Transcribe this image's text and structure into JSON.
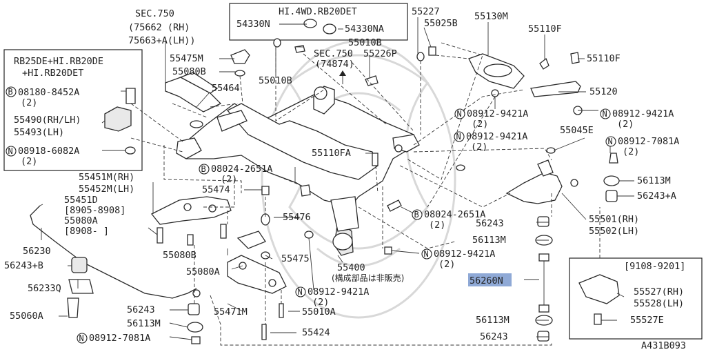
{
  "diagram_id": "A431B093",
  "highlight_color": "#8fa9d6",
  "labels": {
    "sec750_title": "SEC.750",
    "sec750_rh": "(75662  (RH)",
    "sec750_lh": "75663+A(LH))",
    "box_engine_1": "RB25DE+HI.RB20DE",
    "box_engine_2": "+HI.RB20DET",
    "box_4wd": "HI.4WD.RB20DET",
    "p54330N": "54330N",
    "p54330NA": "54330NA",
    "p55227": "55227",
    "p55025B": "55025B",
    "p55130M": "55130M",
    "p55110F_a": "55110F",
    "p55110F_b": "55110F",
    "p55010B_top": "55010B",
    "sec750b_title": "SEC.750",
    "sec750b_num": "(74874)",
    "p55226P": "55226P",
    "p55475M": "55475M",
    "p55080B_top": "55080B",
    "p55010B_mid": "55010B",
    "p55464": "55464",
    "p55120": "55120",
    "b08180_num": "08180-8452A",
    "b08180_qty": "(2)",
    "p55490": "55490(RH/LH)",
    "p55493": "55493(LH)",
    "n08918_num": "08918-6082A",
    "n08918_qty": "(2)",
    "n08912_a_num": "08912-9421A",
    "n08912_a_qty": "(2)",
    "n08912_b_num": "08912-9421A",
    "n08912_b_qty": "(2)",
    "n08912_c_num": "08912-9421A",
    "n08912_c_qty": "(2)",
    "p55045E": "55045E",
    "n08912_7081_a_num": "08912-7081A",
    "n08912_7081_a_qty": "(2)",
    "p55110FA": "55110FA",
    "b08024_a_num": "08024-2651A",
    "b08024_a_qty": "(2)",
    "p56113M_a": "56113M",
    "p55451M": "55451M(RH)",
    "p55452M": "55452M(LH)",
    "p55474": "55474",
    "p56243A": "56243+A",
    "p55451D": "55451D",
    "p55451D_range": "[8905-8908]",
    "p55080A_top": "55080A",
    "p55080A_range": "[8908-   ]",
    "b08024_b_num": "08024-2651A",
    "b08024_b_qty": "(2)",
    "p55501": "55501(RH)",
    "p55502": "55502(LH)",
    "p55476": "55476",
    "p56243_a": "56243",
    "p56230": "56230",
    "p56113M_b": "56113M",
    "n08912_d_num": "08912-9421A",
    "n08912_d_qty": "(2)",
    "p56243B": "56243+B",
    "p55080B_bot": "55080B",
    "p55475": "55475",
    "p55400": "55400",
    "p55400_note": "(構成部品は非販売)",
    "p56260": "56260N",
    "range_9108": "[9108-9201]",
    "p56233Q": "56233Q",
    "p55080A_bot": "55080A",
    "n08912_e_num": "08912-9421A",
    "n08912_e_qty": "(2)",
    "p55527RH": "55527(RH)",
    "p55528LH": "55528(LH)",
    "p56243_b": "56243",
    "p55010A": "55010A",
    "p55060A": "55060A",
    "p55471M": "55471M",
    "p56113M_c": "56113M",
    "p55527E": "55527E",
    "n08912_7081_b_num": "08912-7081A",
    "p56113M_d": "56113M",
    "p55424": "55424",
    "p56243_c": "56243"
  }
}
